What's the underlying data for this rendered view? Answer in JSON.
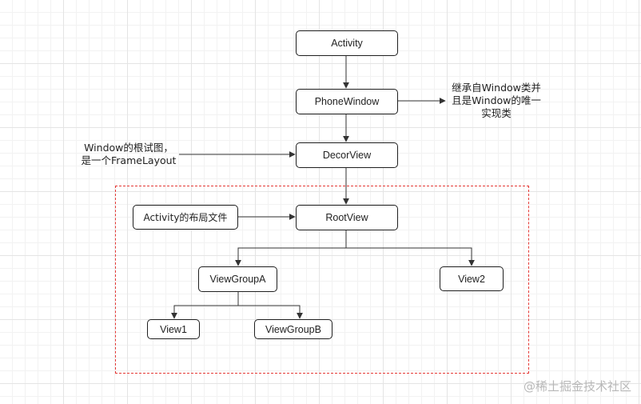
{
  "nodes": {
    "activity": "Activity",
    "phone_window": "PhoneWindow",
    "decor_view": "DecorView",
    "activity_layout": "Activity的布局文件",
    "root_view": "RootView",
    "view_group_a": "ViewGroupA",
    "view2": "View2",
    "view1": "View1",
    "view_group_b": "ViewGroupB"
  },
  "notes": {
    "phone_window_note": [
      "继承自Window类并",
      "且是Window的唯一",
      "实现类"
    ],
    "decor_view_note": [
      "Window的根试图，",
      "是一个FrameLayout"
    ]
  },
  "watermark": "@稀土掘金技术社区",
  "colors": {
    "line": "#333333",
    "group_border": "#e53935"
  }
}
